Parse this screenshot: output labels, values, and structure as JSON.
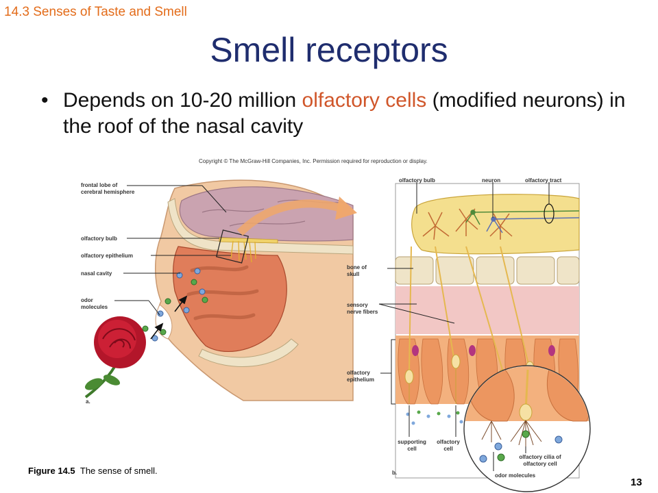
{
  "section": "14.3 Senses of Taste and Smell",
  "title": "Smell receptors",
  "bullet": {
    "part1": "Depends on 10-20 million ",
    "highlight": "olfactory cells",
    "part2": " (modified neurons) in the roof of the nasal cavity"
  },
  "colors": {
    "section": "#e36c1a",
    "title": "#1f2d6e",
    "highlight": "#d0562a"
  },
  "copyright": "Copyright © The McGraw-Hill Companies, Inc. Permission required for reproduction or display.",
  "panel_a": {
    "labels": {
      "frontal_lobe_1": "frontal lobe of",
      "frontal_lobe_2": "cerebral hemisphere",
      "olfactory_bulb": "olfactory bulb",
      "olfactory_epithelium": "olfactory epithelium",
      "nasal_cavity": "nasal cavity",
      "odor_1": "odor",
      "odor_2": "molecules"
    },
    "panel_letter": "a."
  },
  "panel_b": {
    "labels": {
      "olfactory_bulb": "olfactory bulb",
      "neuron": "neuron",
      "olfactory_tract": "olfactory tract",
      "bone_1": "bone of",
      "bone_2": "skull",
      "sensory_1": "sensory",
      "sensory_2": "nerve fibers",
      "epithelium_1": "olfactory",
      "epithelium_2": "epithelium",
      "supporting_1": "supporting",
      "supporting_2": "cell",
      "olfactory_cell_1": "olfactory",
      "olfactory_cell_2": "cell",
      "cilia_1": "olfactory cilia of",
      "cilia_2": "olfactory cell",
      "odor_molecules": "odor molecules"
    },
    "panel_letter": "b."
  },
  "figure_caption": {
    "label": "Figure 14.5",
    "text": "The sense of smell."
  },
  "page_number": "13"
}
